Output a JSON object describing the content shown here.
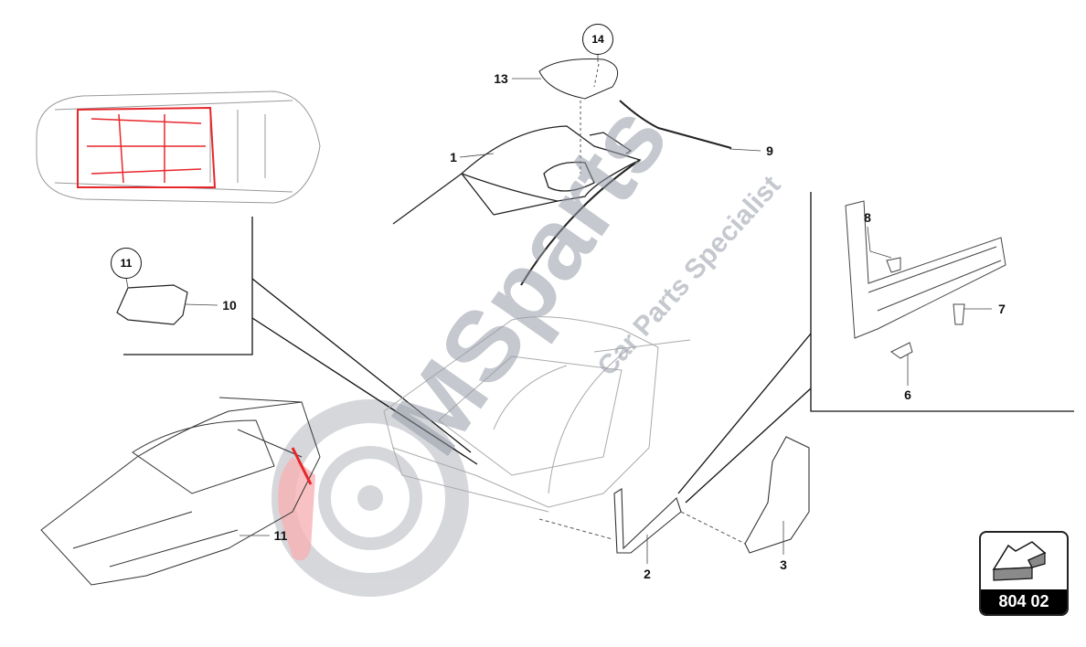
{
  "diagram": {
    "page_code": "804 02",
    "callouts": [
      {
        "id": "c14",
        "text": "14",
        "circled": true
      },
      {
        "id": "c13",
        "text": "13"
      },
      {
        "id": "c1",
        "text": "1"
      },
      {
        "id": "c9",
        "text": "9"
      },
      {
        "id": "c11a",
        "text": "11",
        "circled": true
      },
      {
        "id": "c10",
        "text": "10"
      },
      {
        "id": "c8",
        "text": "8"
      },
      {
        "id": "c7",
        "text": "7"
      },
      {
        "id": "c6",
        "text": "6"
      },
      {
        "id": "c2",
        "text": "2"
      },
      {
        "id": "c3",
        "text": "3"
      },
      {
        "id": "c11b",
        "text": "11"
      }
    ],
    "highlight_color": "#e8262b",
    "line_color": "#111111"
  },
  "watermark": {
    "brand": "MSparts",
    "tagline": "Car Parts Specialist"
  }
}
